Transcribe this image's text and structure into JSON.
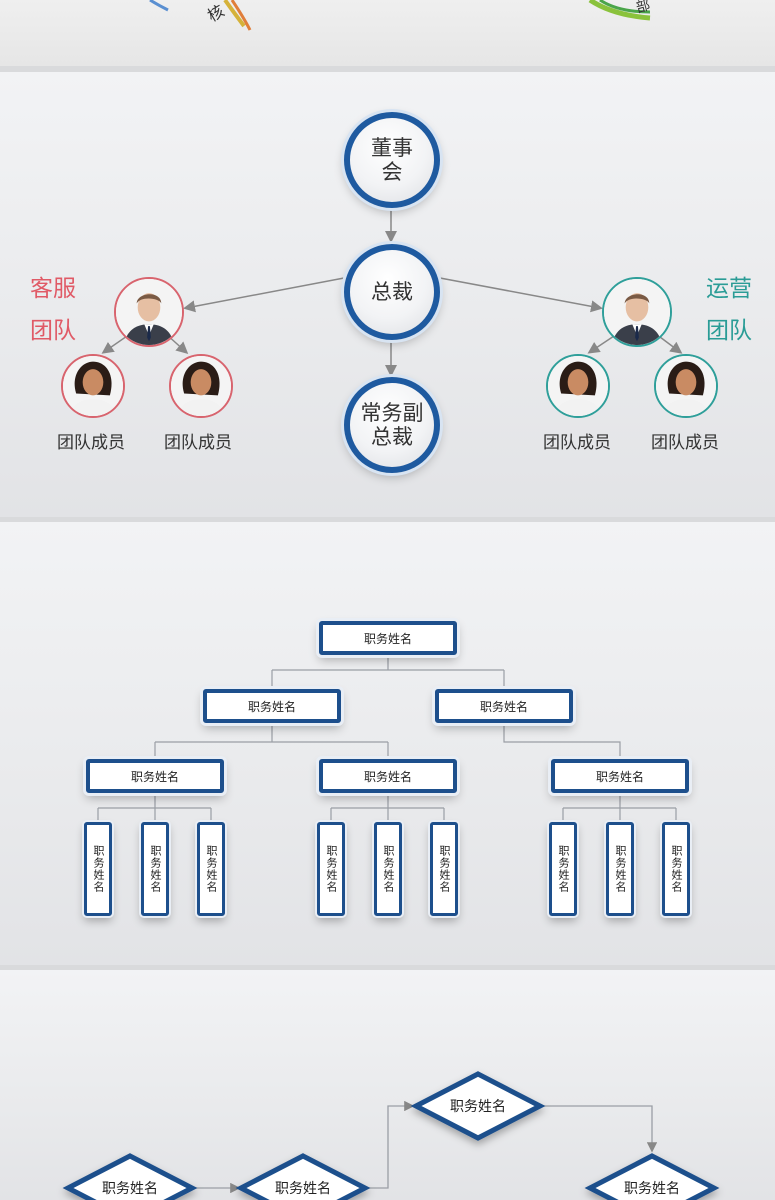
{
  "top_banner": {
    "fragments": [
      "核",
      "部"
    ]
  },
  "slide1": {
    "board": "董事会",
    "president": "总裁",
    "evp": "常务副总裁",
    "left_team": {
      "title": "客服团队",
      "members": [
        "团队成员",
        "团队成员"
      ]
    },
    "right_team": {
      "title": "运营团队",
      "members": [
        "团队成员",
        "团队成员"
      ]
    },
    "colors": {
      "primary_blue": "#1e5aa0",
      "left_team": "#e05a66",
      "right_team": "#2a9c96"
    }
  },
  "slide2": {
    "root": "职务姓名",
    "level2": [
      "职务姓名",
      "职务姓名"
    ],
    "level3": [
      "职务姓名",
      "职务姓名",
      "职务姓名"
    ],
    "leaves": [
      [
        "职务姓名",
        "职务姓名",
        "职务姓名"
      ],
      [
        "职务姓名",
        "职务姓名",
        "职务姓名"
      ],
      [
        "职务姓名",
        "职务姓名",
        "职务姓名"
      ]
    ],
    "colors": {
      "box_border": "#1d4f8c"
    }
  },
  "slide3": {
    "nodes": [
      "职务姓名",
      "职务姓名",
      "职务姓名",
      "职务姓名"
    ],
    "colors": {
      "diamond_border": "#1d4f8c"
    }
  }
}
